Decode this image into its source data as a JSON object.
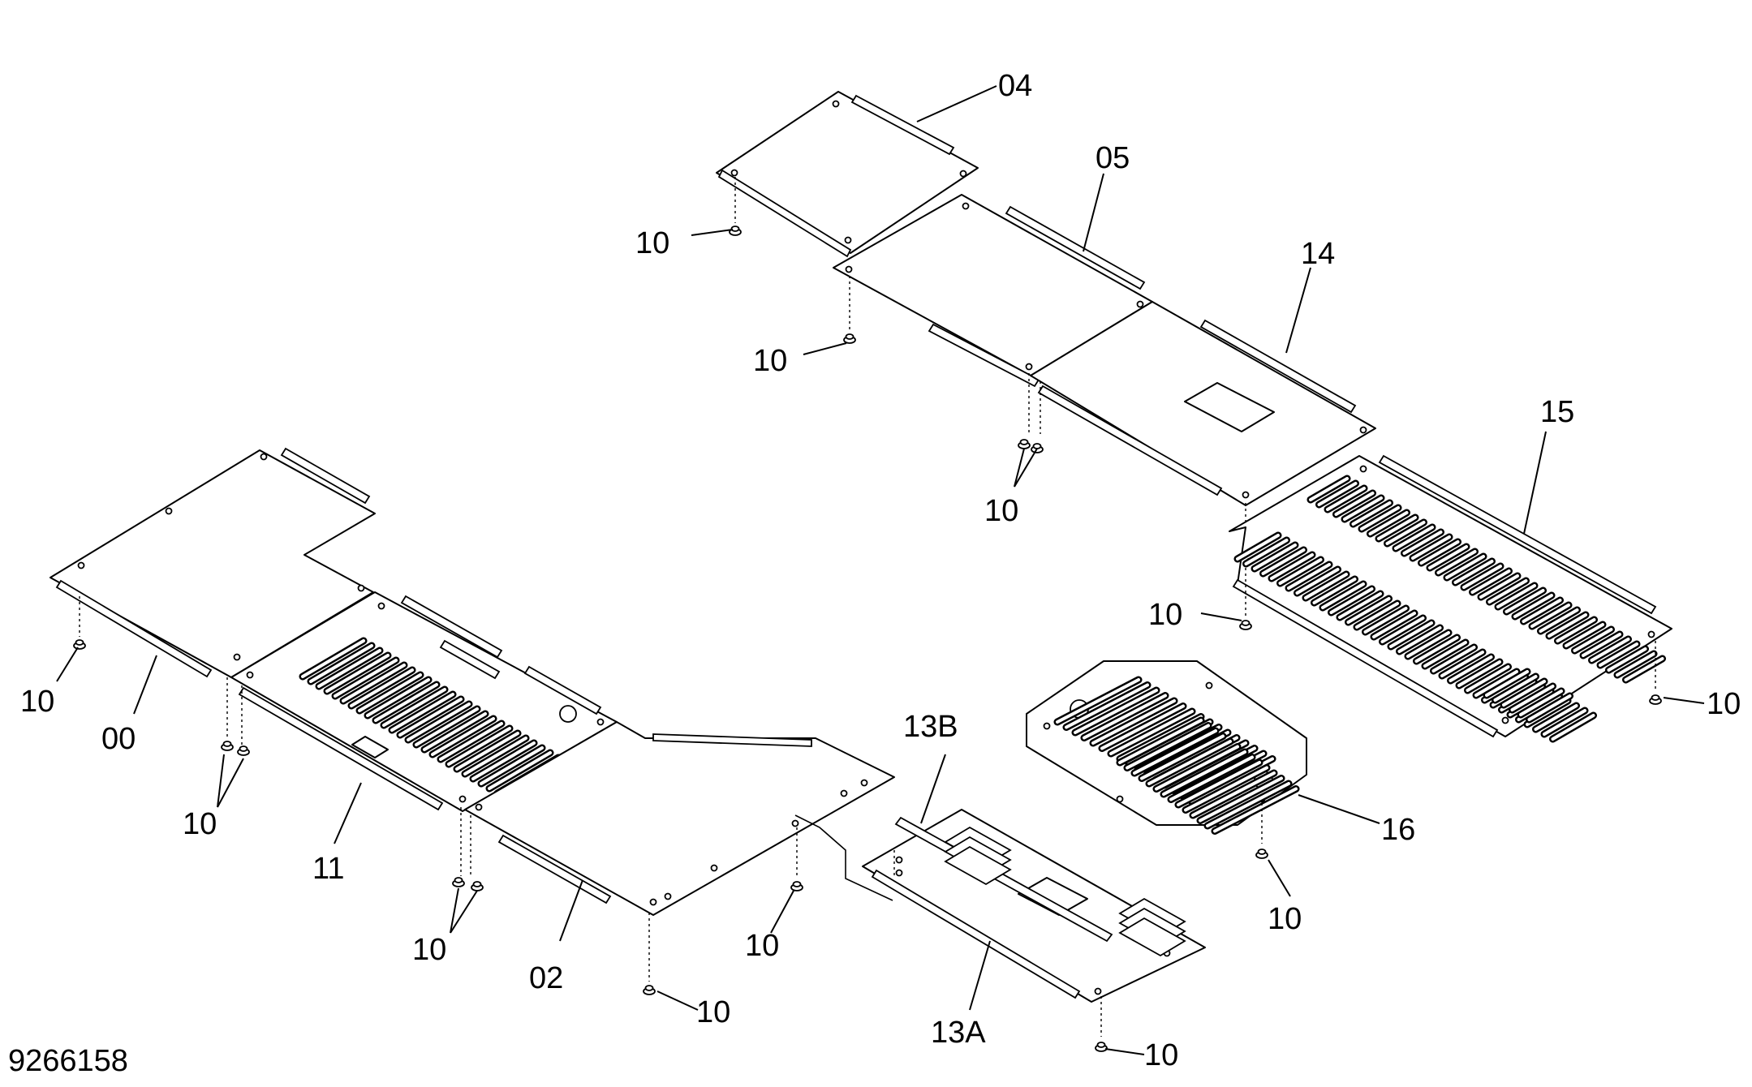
{
  "drawing_number": "9266158",
  "labels": {
    "l00": "00",
    "l02": "02",
    "l04": "04",
    "l05": "05",
    "l11": "11",
    "l13a": "13A",
    "l13b": "13B",
    "l14": "14",
    "l15": "15",
    "l16": "16",
    "l10": "10"
  }
}
